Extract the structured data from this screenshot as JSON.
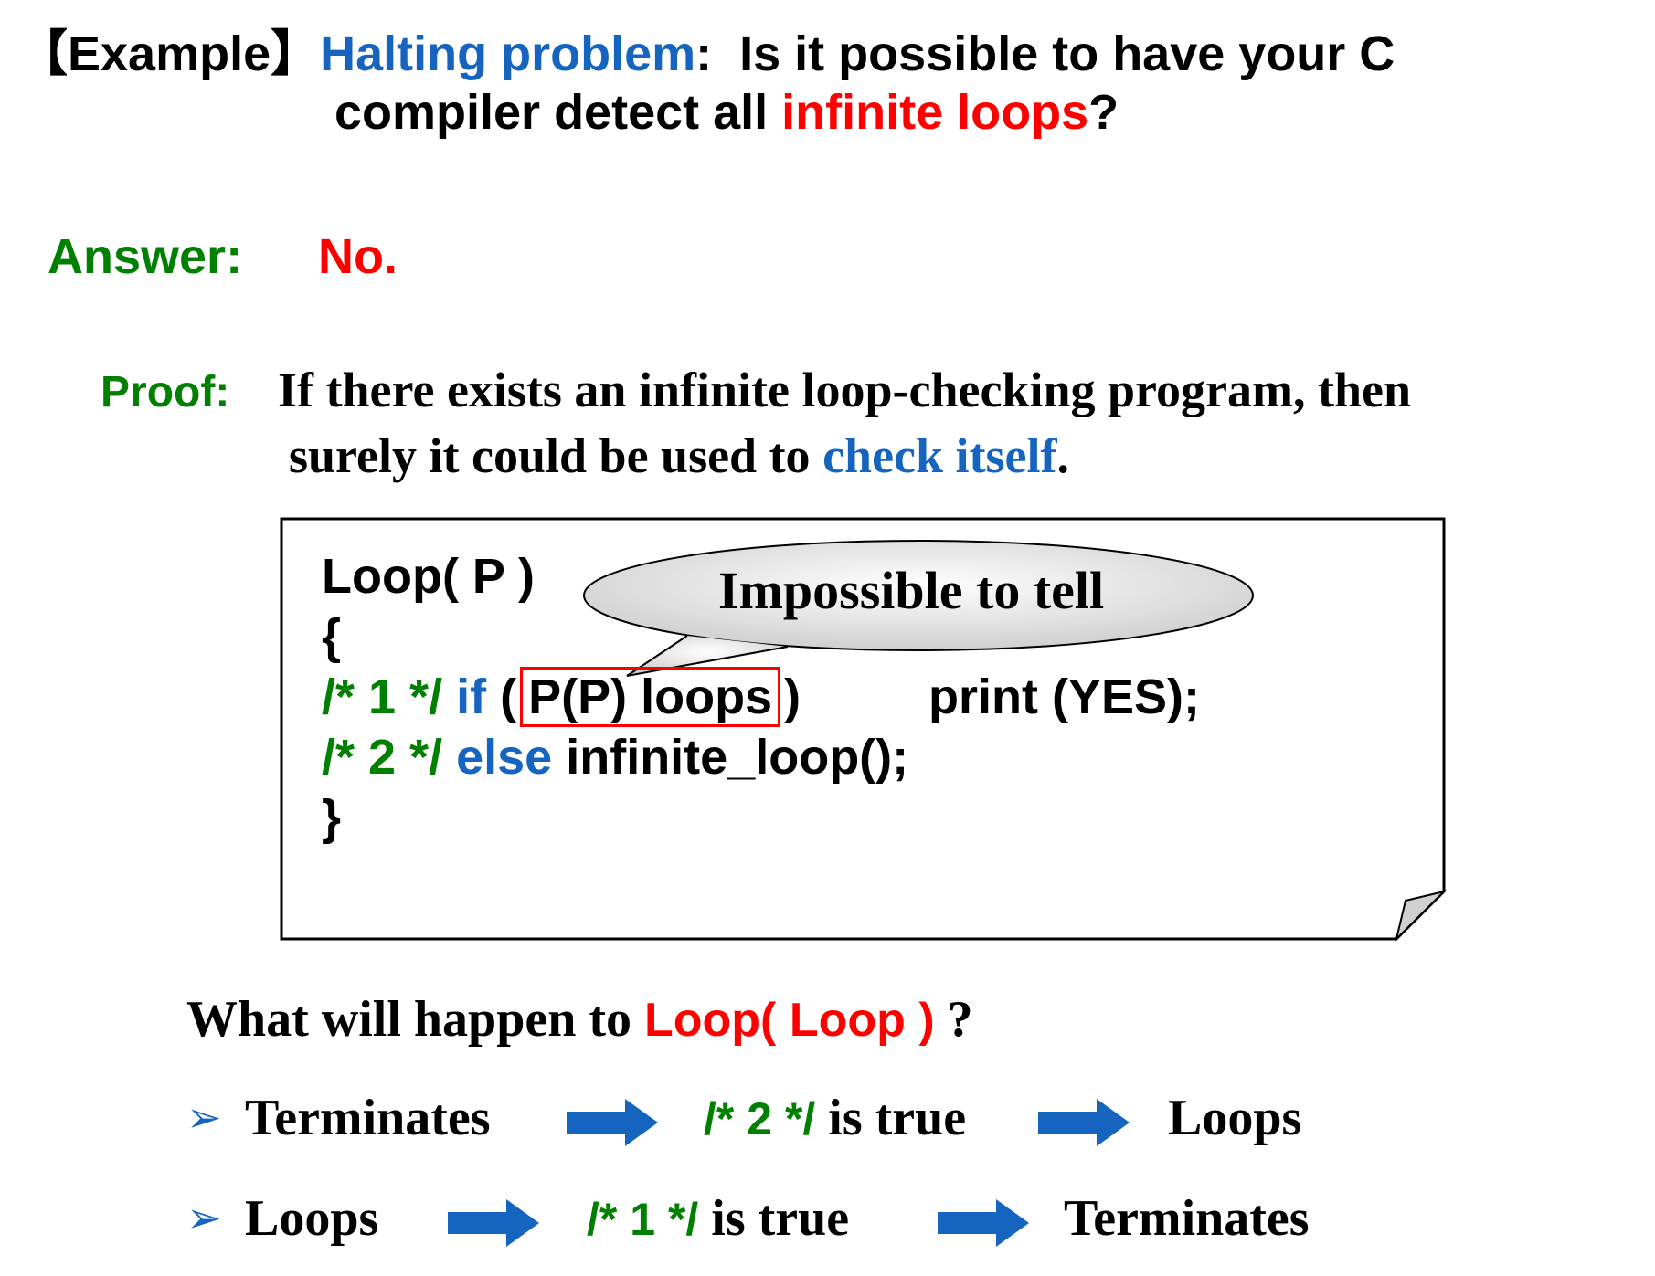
{
  "title": {
    "bracket_open": "【",
    "tag": "Example",
    "bracket_close": "】",
    "topic": "Halting problem",
    "colon": ":",
    "question_line1": "Is it possible to have your C",
    "question_line2_a": "compiler detect all ",
    "question_line2_b": "infinite loops",
    "question_line2_c": "?"
  },
  "answer": {
    "label": "Answer:",
    "value": "No."
  },
  "proof": {
    "label": "Proof:",
    "line1": "If there exists an infinite loop-checking program, then",
    "line2_a": "surely it could be used to ",
    "line2_b": "check itself",
    "line2_c": "."
  },
  "code": {
    "header": "Loop( P )",
    "open_brace": "{",
    "line1_comment": "/* 1 */",
    "line1_kw": "if",
    "line1_paren_open": "(",
    "line1_condition": "P(P) loops",
    "line1_paren_close": ")",
    "line1_action": "print (YES);",
    "line2_comment": "/* 2 */",
    "line2_kw": "else",
    "line2_action": "infinite_loop();",
    "close_brace": "}"
  },
  "callout": {
    "text": "Impossible to tell"
  },
  "question": {
    "prefix": "What will happen to ",
    "subject": "Loop( Loop )",
    "suffix": " ?"
  },
  "cases": [
    {
      "bullet": "➢",
      "start": "Terminates",
      "mid_comment": "/* 2 */",
      "mid_text": " is true",
      "end": "Loops"
    },
    {
      "bullet": "➢",
      "start": "Loops",
      "mid_comment": "/* 1 */",
      "mid_text": " is true",
      "end": "Terminates"
    }
  ],
  "colors": {
    "accent_blue": "#1565C0",
    "highlight_red": "#FF0000",
    "comment_green": "#008000"
  }
}
